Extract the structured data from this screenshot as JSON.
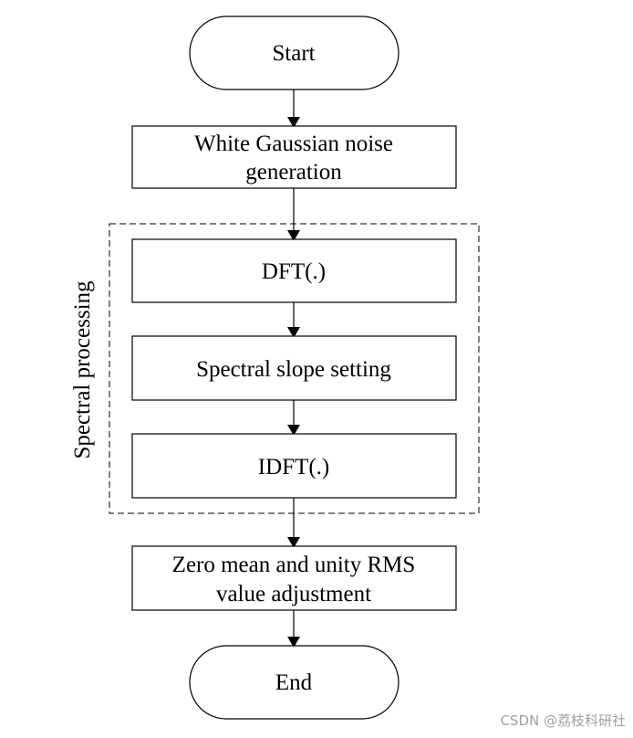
{
  "nodes": {
    "start": "Start",
    "noise_line1": "White Gaussian noise",
    "noise_line2": "generation",
    "dft": "DFT(.)",
    "slope": "Spectral slope setting",
    "idft": "IDFT(.)",
    "rms_line1": "Zero mean and unity RMS",
    "rms_line2": "value adjustment",
    "end": "End"
  },
  "group": {
    "label": "Spectral processing"
  },
  "watermark": "CSDN @荔枝科研社"
}
